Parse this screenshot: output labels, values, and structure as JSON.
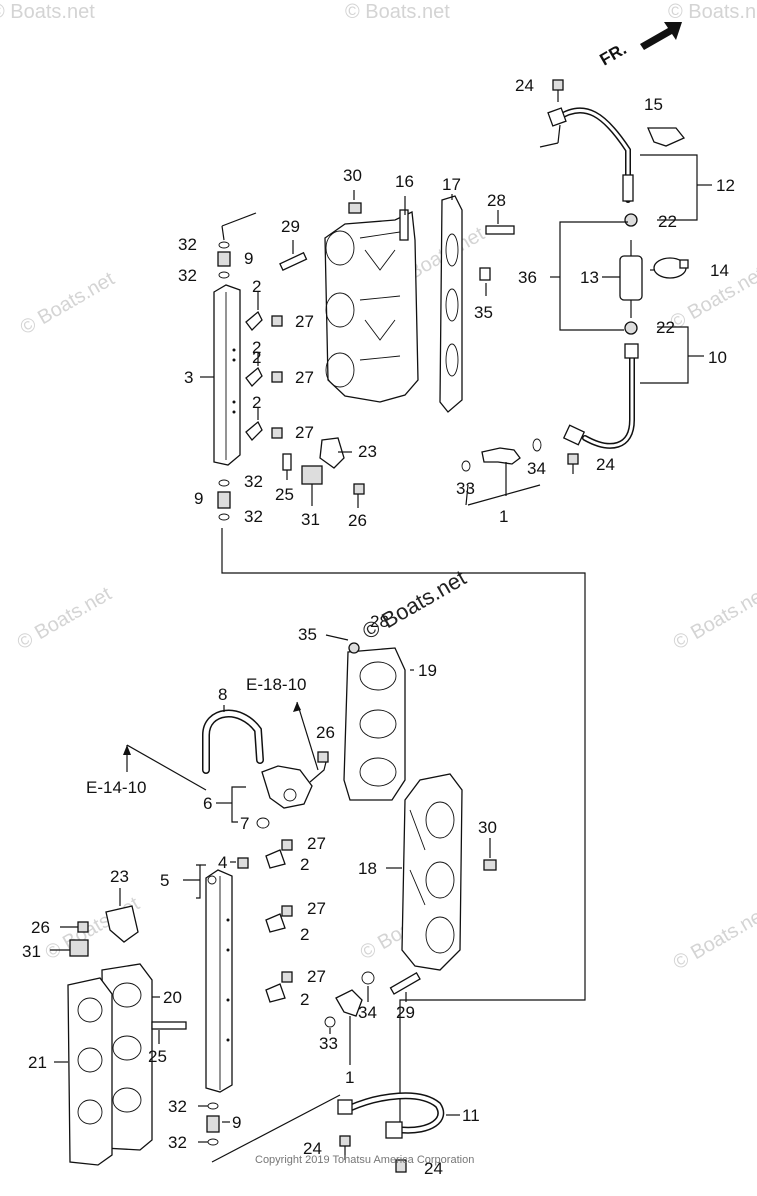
{
  "diagram": {
    "direction_label": "FR.",
    "copyright": "Copyright 2019 Tohatsu America Corporation",
    "center_watermark": "© Boats.net",
    "watermark_text": "© Boats.net",
    "references": {
      "ref_e18": "E-18-10",
      "ref_e14": "E-14-10"
    },
    "labels": {
      "l24a": "24",
      "l15": "15",
      "l12": "12",
      "l22a": "22",
      "l14": "14",
      "l36": "36",
      "l13": "13",
      "l22b": "22",
      "l10": "10",
      "l24b": "24",
      "l30a": "30",
      "l16": "16",
      "l17": "17",
      "l28a": "28",
      "l35a": "35",
      "l29a": "29",
      "l32a": "32",
      "l9a": "9",
      "l32b": "32",
      "l2a": "2",
      "l27a": "27",
      "l2b": "2",
      "l27b": "27",
      "l2c": "2",
      "l2d": "2",
      "l27c": "27",
      "l3": "3",
      "l23a": "23",
      "l32c": "32",
      "l9b": "9",
      "l32d": "32",
      "l25a": "25",
      "l31a": "31",
      "l26a": "26",
      "l33a": "33",
      "l34a": "34",
      "l1a": "1",
      "l35b": "35",
      "l28b": "28",
      "l19": "19",
      "l8": "8",
      "l26b": "26",
      "l6": "6",
      "l7": "7",
      "l27d": "27",
      "l4": "4",
      "l2e": "2",
      "l5": "5",
      "l30b": "30",
      "l18": "18",
      "l23b": "23",
      "l27e": "27",
      "l2f": "2",
      "l26c": "26",
      "l31b": "31",
      "l27f": "27",
      "l2g": "2",
      "l20": "20",
      "l29b": "29",
      "l34b": "34",
      "l33b": "33",
      "l21": "21",
      "l25b": "25",
      "l1b": "1",
      "l32e": "32",
      "l9c": "9",
      "l32f": "32",
      "l11": "11",
      "l24c": "24",
      "l24d": "24"
    }
  },
  "colors": {
    "ink": "#111111",
    "watermark": "#d4d4d4",
    "copyright": "#777777"
  }
}
